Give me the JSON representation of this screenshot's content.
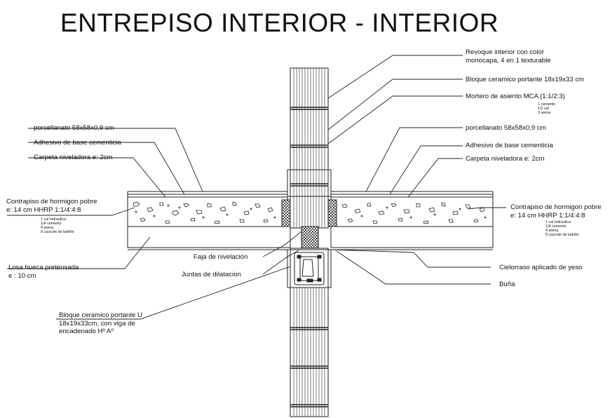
{
  "title": "ENTREPISO INTERIOR - INTERIOR",
  "labels": {
    "revoque": "Revoque interior con color\nmonocapa, 4 en 1 texturable",
    "bloque_portante": "Bloque ceramico portante 18x19x33 cm",
    "mortero": "Mortero de asiento MCA (1:1/2:3)",
    "mortero_mix": "1 cemento\n1/2 cal\n3 arena",
    "porcellanato_left": "porcellanato 58x58x0,9 cm",
    "adhesivo_left": "Adhesivo de base cementicia",
    "carpeta_left": "Carpeta niveladora e: 2cm",
    "porcellanato_right": "porcellanato 58x58x0,9 cm",
    "adhesivo_right": "Adhesivo de base cementicia",
    "carpeta_right": "Carpeta niveladora e: 2cm",
    "contrapiso_left": "Contrapiso de hormigon pobre\ne: 14 cm HHRP 1:1/4:4:8",
    "contrapiso_left_mix": "1 cal hidraulica\n1/4 cemento\n4 arena\n8 cascote de ladrillo",
    "contrapiso_right": "Contrapiso de hormigon pobre\ne: 14 cm HHRP 1:1/4:4:8",
    "contrapiso_right_mix": "1 cal hidraulica\n1/4 cemento\n4 arena\n8 cascote de ladrillo",
    "losa": "Losa hueca pretensada\ne : 10 cm",
    "faja": "Faja de nivelación",
    "juntas": "Juntas de dilatacion",
    "cielorraso": "Cielorraso aplicado de yeso",
    "buna": "Buña",
    "bloque_u": "Bloque ceramico portante U\n18x19x33cm, con viga de\nencadenado Hº Aº"
  }
}
